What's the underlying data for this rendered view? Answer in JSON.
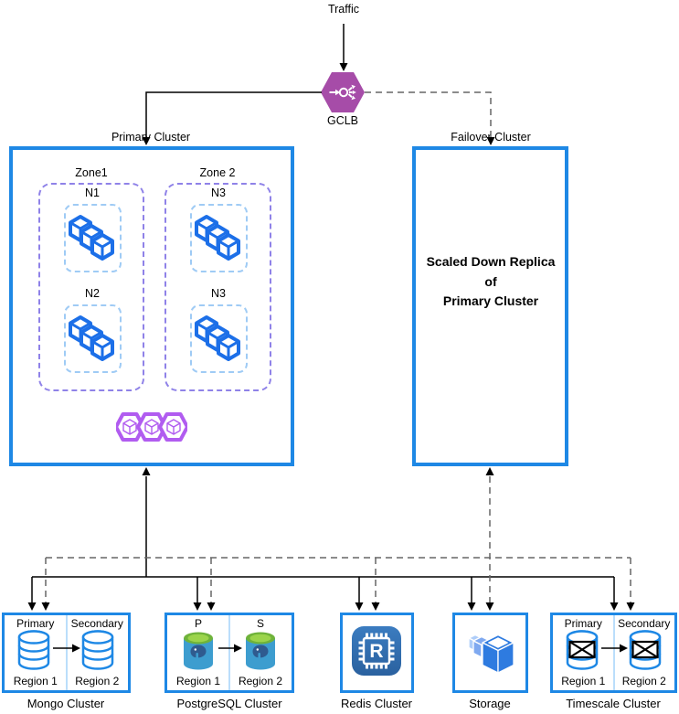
{
  "diagram": {
    "traffic_label": "Traffic",
    "gclb": {
      "label": "GCLB",
      "icon": "load-balancer-icon",
      "color": "#A64CA8"
    },
    "primary_cluster": {
      "label": "Primary Cluster",
      "zones": [
        {
          "label": "Zone1",
          "nodes": [
            "N1",
            "N2"
          ]
        },
        {
          "label": "Zone 2",
          "nodes": [
            "N3",
            "N3"
          ]
        }
      ],
      "gke_icon": "kubernetes-cluster-icon",
      "pod_icon": "pods-cubes-icon"
    },
    "failover_cluster": {
      "label": "Failover Cluster",
      "body": [
        "Scaled Down Replica",
        "of",
        "Primary Cluster"
      ]
    },
    "databases": [
      {
        "label": "Mongo Cluster",
        "icon": "database-cylinder-icon",
        "cells": [
          {
            "title": "Primary",
            "region": "Region 1"
          },
          {
            "title": "Secondary",
            "region": "Region 2"
          }
        ]
      },
      {
        "label": "PostgreSQL Cluster",
        "icon": "postgresql-icon",
        "cells": [
          {
            "title": "P",
            "region": "Region 1"
          },
          {
            "title": "S",
            "region": "Region 2"
          }
        ]
      },
      {
        "label": "Redis Cluster",
        "icon": "redis-chip-icon",
        "icon_letter": "R"
      },
      {
        "label": "Storage",
        "icon": "storage-boxes-icon"
      },
      {
        "label": "Timescale Cluster",
        "icon": "crossed-database-icon",
        "cells": [
          {
            "title": "Primary",
            "region": "Region 1"
          },
          {
            "title": "Secondary",
            "region": "Region 2"
          }
        ]
      }
    ],
    "colors": {
      "cluster_border": "#1E88E5",
      "cell_divider": "#BBDEFB",
      "zone_border": "#8F82E8",
      "node_border": "#9FCBF5",
      "pod_cube": "#1C6FE8",
      "gke_hexagon": "#B15CF0",
      "gclb_hexagon": "#A64CA8",
      "solid_line": "#000000",
      "dashed_line": "#666666",
      "postgres_body": "#3D9DCF",
      "postgres_lid": "#6FB33A",
      "redis_tile": "#3273B4",
      "storage_front": "#2E7BE0"
    }
  }
}
